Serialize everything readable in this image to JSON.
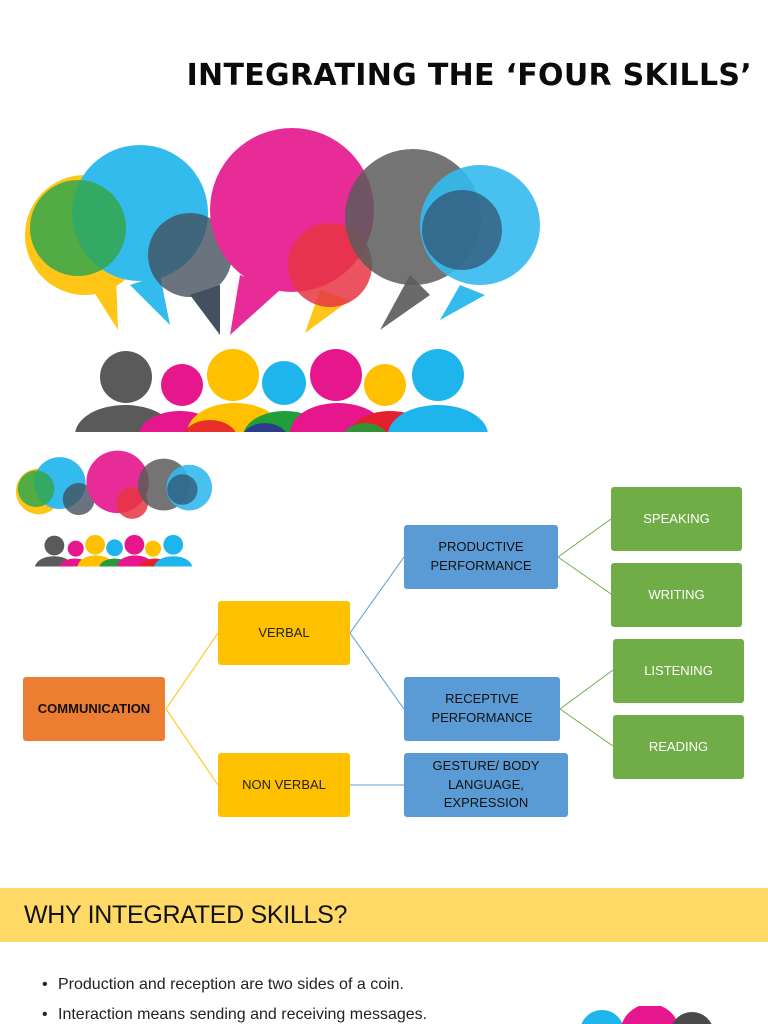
{
  "slide1": {
    "title": "INTEGRATING THE ‘FOUR SKILLS’"
  },
  "diagram": {
    "root": "COMMUNICATION",
    "verbal": "VERBAL",
    "non_verbal": "NON VERBAL",
    "productive": "PRODUCTIVE PERFORMANCE",
    "receptive": "RECEPTIVE PERFORMANCE",
    "gesture": "GESTURE/ BODY LANGUAGE, EXPRESSION",
    "speaking": "SPEAKING",
    "writing": "WRITING",
    "listening": "LISTENING",
    "reading": "READING",
    "colors": {
      "root": "#ED7D31",
      "level1": "#FFC000",
      "level2": "#5B9BD5",
      "skills": "#70AD47"
    }
  },
  "slide3": {
    "heading": "WHY INTEGRATED SKILLS?",
    "bullets": [
      "Production and reception are two sides of a coin.",
      "Interaction means sending and receiving messages."
    ]
  },
  "art": {
    "icon": "speech-bubbles-people-icon",
    "palette": [
      "#FFC000",
      "#1EB4EC",
      "#E6168C",
      "#5A5A5A",
      "#1F9E3A",
      "#E5202E",
      "#2E3192"
    ]
  }
}
